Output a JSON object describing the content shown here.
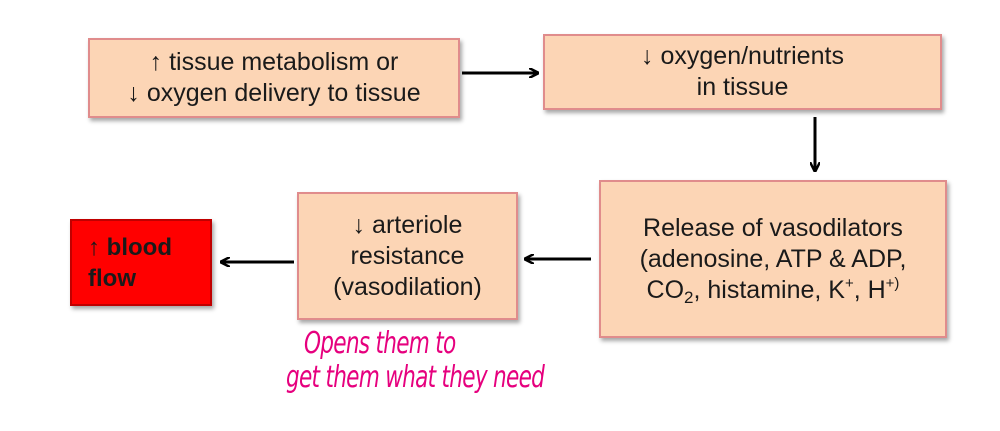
{
  "nodes": {
    "metabolism": {
      "line1": "↑ tissue metabolism or",
      "line2": "↓ oxygen delivery to tissue"
    },
    "oxygen": {
      "line1": "↓ oxygen/nutrients",
      "line2": "in tissue"
    },
    "vasodilators": {
      "line1": "Release of vasodilators",
      "line2": "(adenosine, ATP & ADP,",
      "line3_co": "CO",
      "line3_sub": "2",
      "line3_mid": ", histamine, K",
      "line3_k_sup": "+",
      "line3_comma": ", H",
      "line3_h_sup": "+)"
    },
    "resistance": {
      "line1": "↓ arteriole",
      "line2": "resistance",
      "line3": "(vasodilation)"
    },
    "blood_flow": {
      "line1": "↑ blood",
      "line2": "flow"
    }
  },
  "handwritten_note": {
    "line1": "Opens them to",
    "line2": "get them what they need"
  },
  "colors": {
    "box_fill": "#fcd5b5",
    "box_border": "#e08c8c",
    "highlight_fill": "#ff0000",
    "handwriting": "#e6007e",
    "arrow": "#000000"
  }
}
